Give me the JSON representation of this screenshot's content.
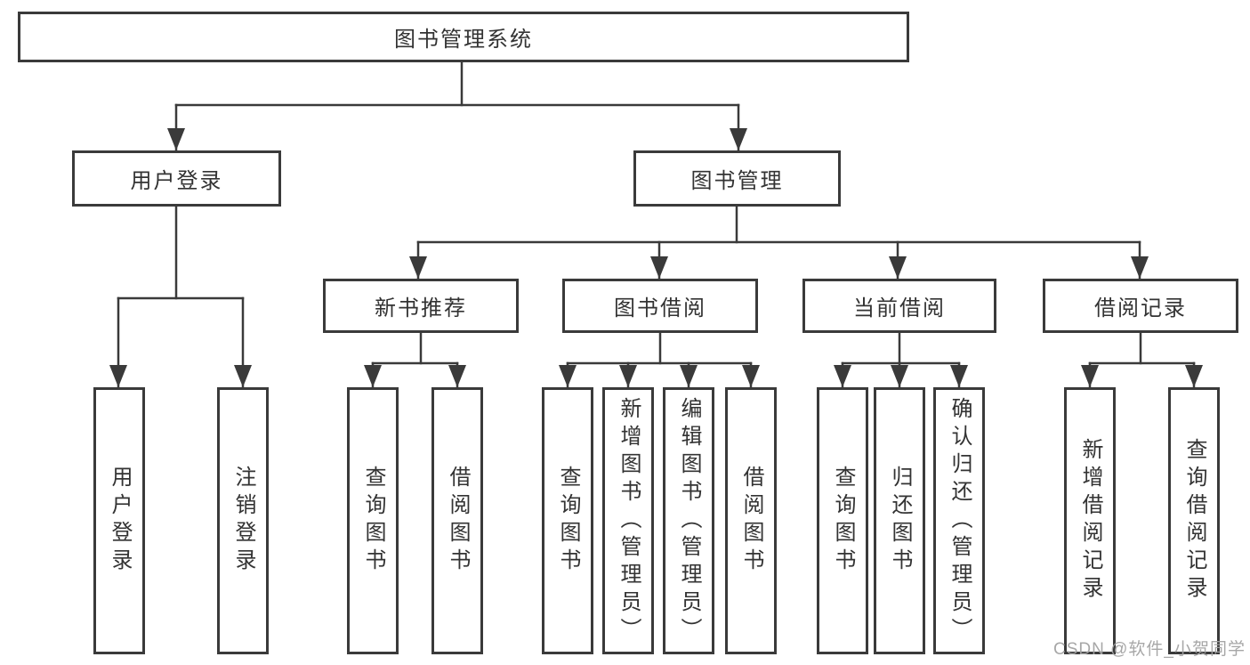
{
  "title": "图书管理系统",
  "watermark": "CSDN @软件_小贺同学",
  "colors": {
    "line": "#3a3a3a",
    "box_border": "#3a3a3a",
    "text": "#333333",
    "background": "#ffffff",
    "watermark": "#a3a3a3"
  },
  "tree": {
    "label": "图书管理系统",
    "children": [
      {
        "label": "用户登录",
        "children": [
          {
            "label": "用户登录"
          },
          {
            "label": "注销登录"
          }
        ]
      },
      {
        "label": "图书管理",
        "children": [
          {
            "label": "新书推荐",
            "children": [
              {
                "label": "查询图书"
              },
              {
                "label": "借阅图书"
              }
            ]
          },
          {
            "label": "图书借阅",
            "children": [
              {
                "label": "查询图书"
              },
              {
                "label": "新增图书（管理员）"
              },
              {
                "label": "编辑图书（管理员）"
              },
              {
                "label": "借阅图书"
              }
            ]
          },
          {
            "label": "当前借阅",
            "children": [
              {
                "label": "查询图书"
              },
              {
                "label": "归还图书"
              },
              {
                "label": "确认归还（管理员）"
              }
            ]
          },
          {
            "label": "借阅记录",
            "children": [
              {
                "label": "新增借阅记录"
              },
              {
                "label": "查询借阅记录"
              }
            ]
          }
        ]
      }
    ]
  }
}
